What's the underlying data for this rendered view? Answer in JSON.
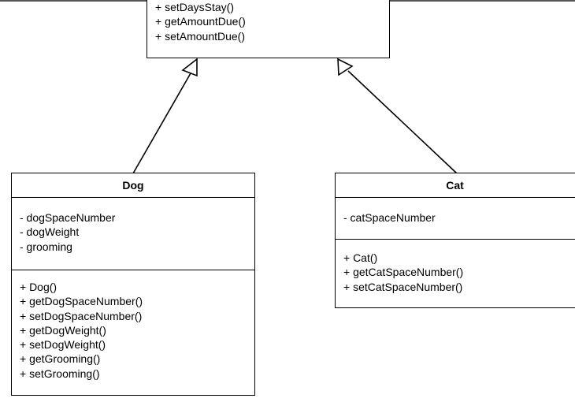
{
  "parent_class": {
    "methods": [
      "+ setDaysStay()",
      "+ getAmountDue()",
      "+ setAmountDue()"
    ]
  },
  "dog_class": {
    "name": "Dog",
    "attributes": [
      "- dogSpaceNumber",
      "- dogWeight",
      "- grooming"
    ],
    "methods": [
      "+ Dog()",
      "+ getDogSpaceNumber()",
      "+ setDogSpaceNumber()",
      "+ getDogWeight()",
      "+ setDogWeight()",
      "+ getGrooming()",
      "+ setGrooming()"
    ]
  },
  "cat_class": {
    "name": "Cat",
    "attributes": [
      "- catSpaceNumber"
    ],
    "methods": [
      "+ Cat()",
      "+ getCatSpaceNumber()",
      "+ setCatSpaceNumber()"
    ]
  },
  "colors": {
    "line": "#000000",
    "background": "#ffffff"
  }
}
